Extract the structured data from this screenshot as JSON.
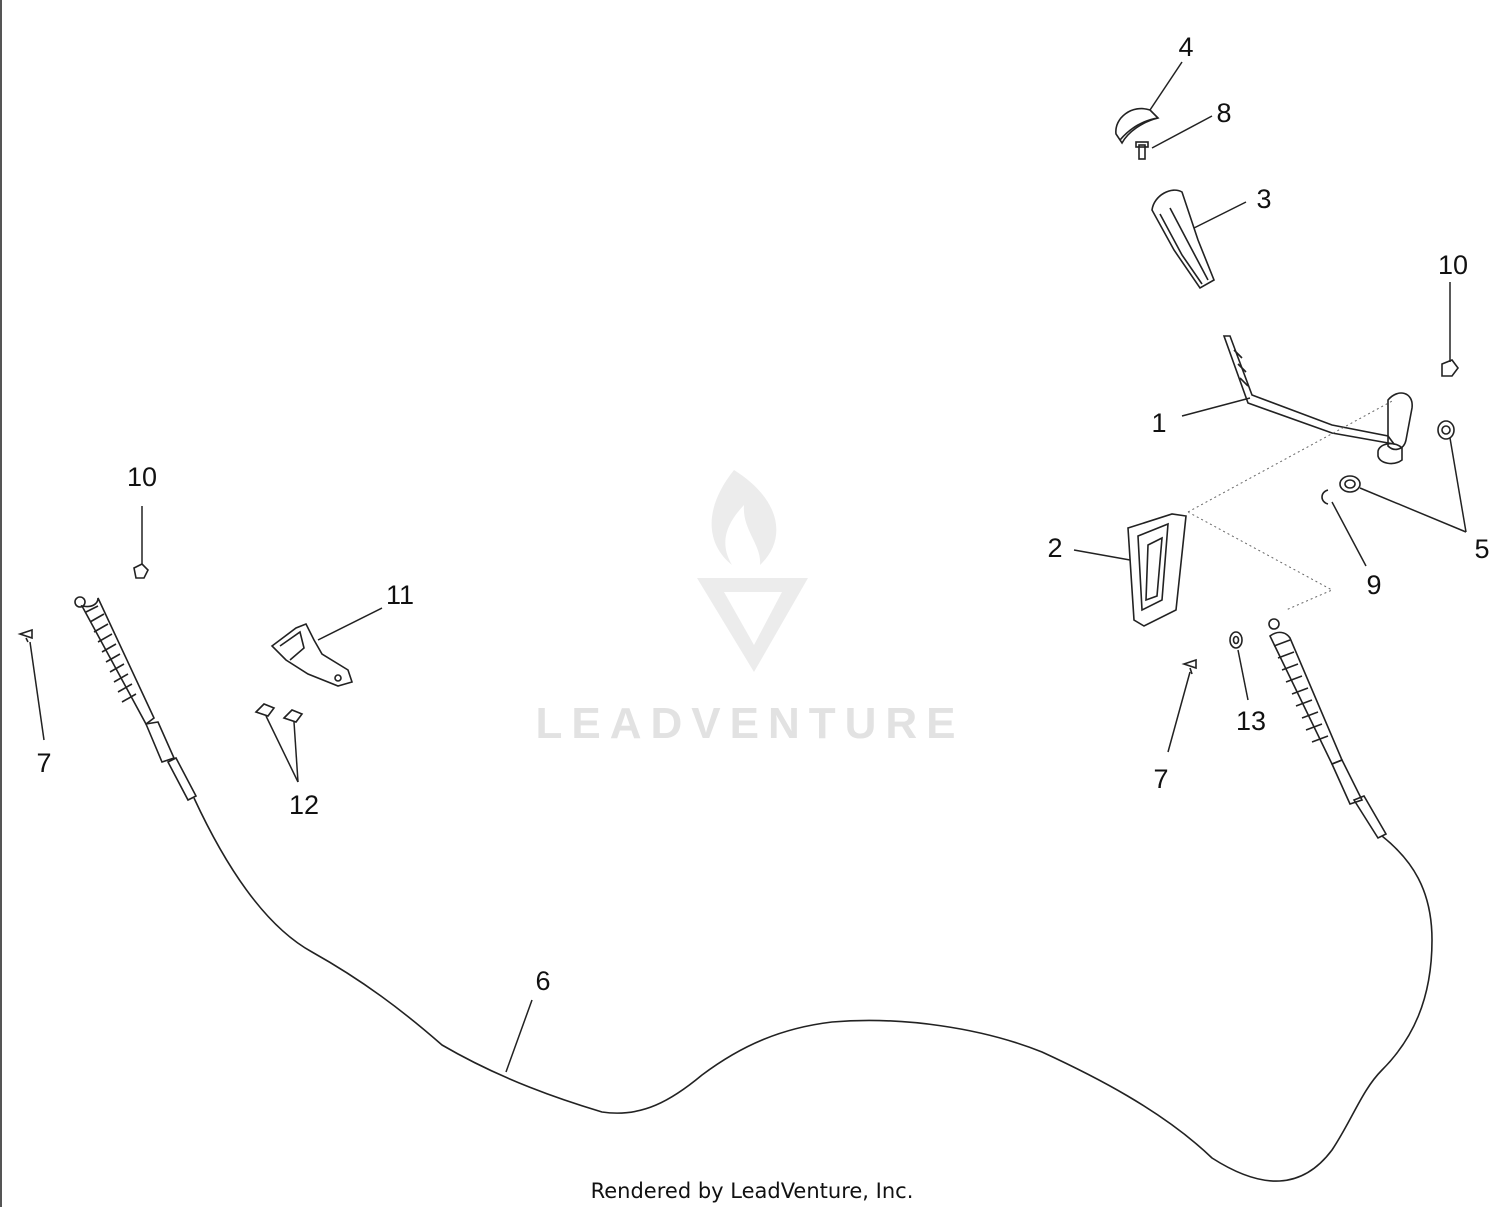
{
  "watermark": {
    "brand": "LEADVENTURE"
  },
  "footer": {
    "credit": "Rendered by LeadVenture, Inc."
  },
  "callouts": {
    "c1": "1",
    "c2": "2",
    "c3": "3",
    "c4": "4",
    "c5": "5",
    "c6": "6",
    "c7_left": "7",
    "c7_right": "7",
    "c8": "8",
    "c9": "9",
    "c10_left": "10",
    "c10_right": "10",
    "c11": "11",
    "c12": "12",
    "c13": "13"
  },
  "colors": {
    "line": "#222222",
    "watermark": "#e2e2e2",
    "background": "#ffffff"
  }
}
